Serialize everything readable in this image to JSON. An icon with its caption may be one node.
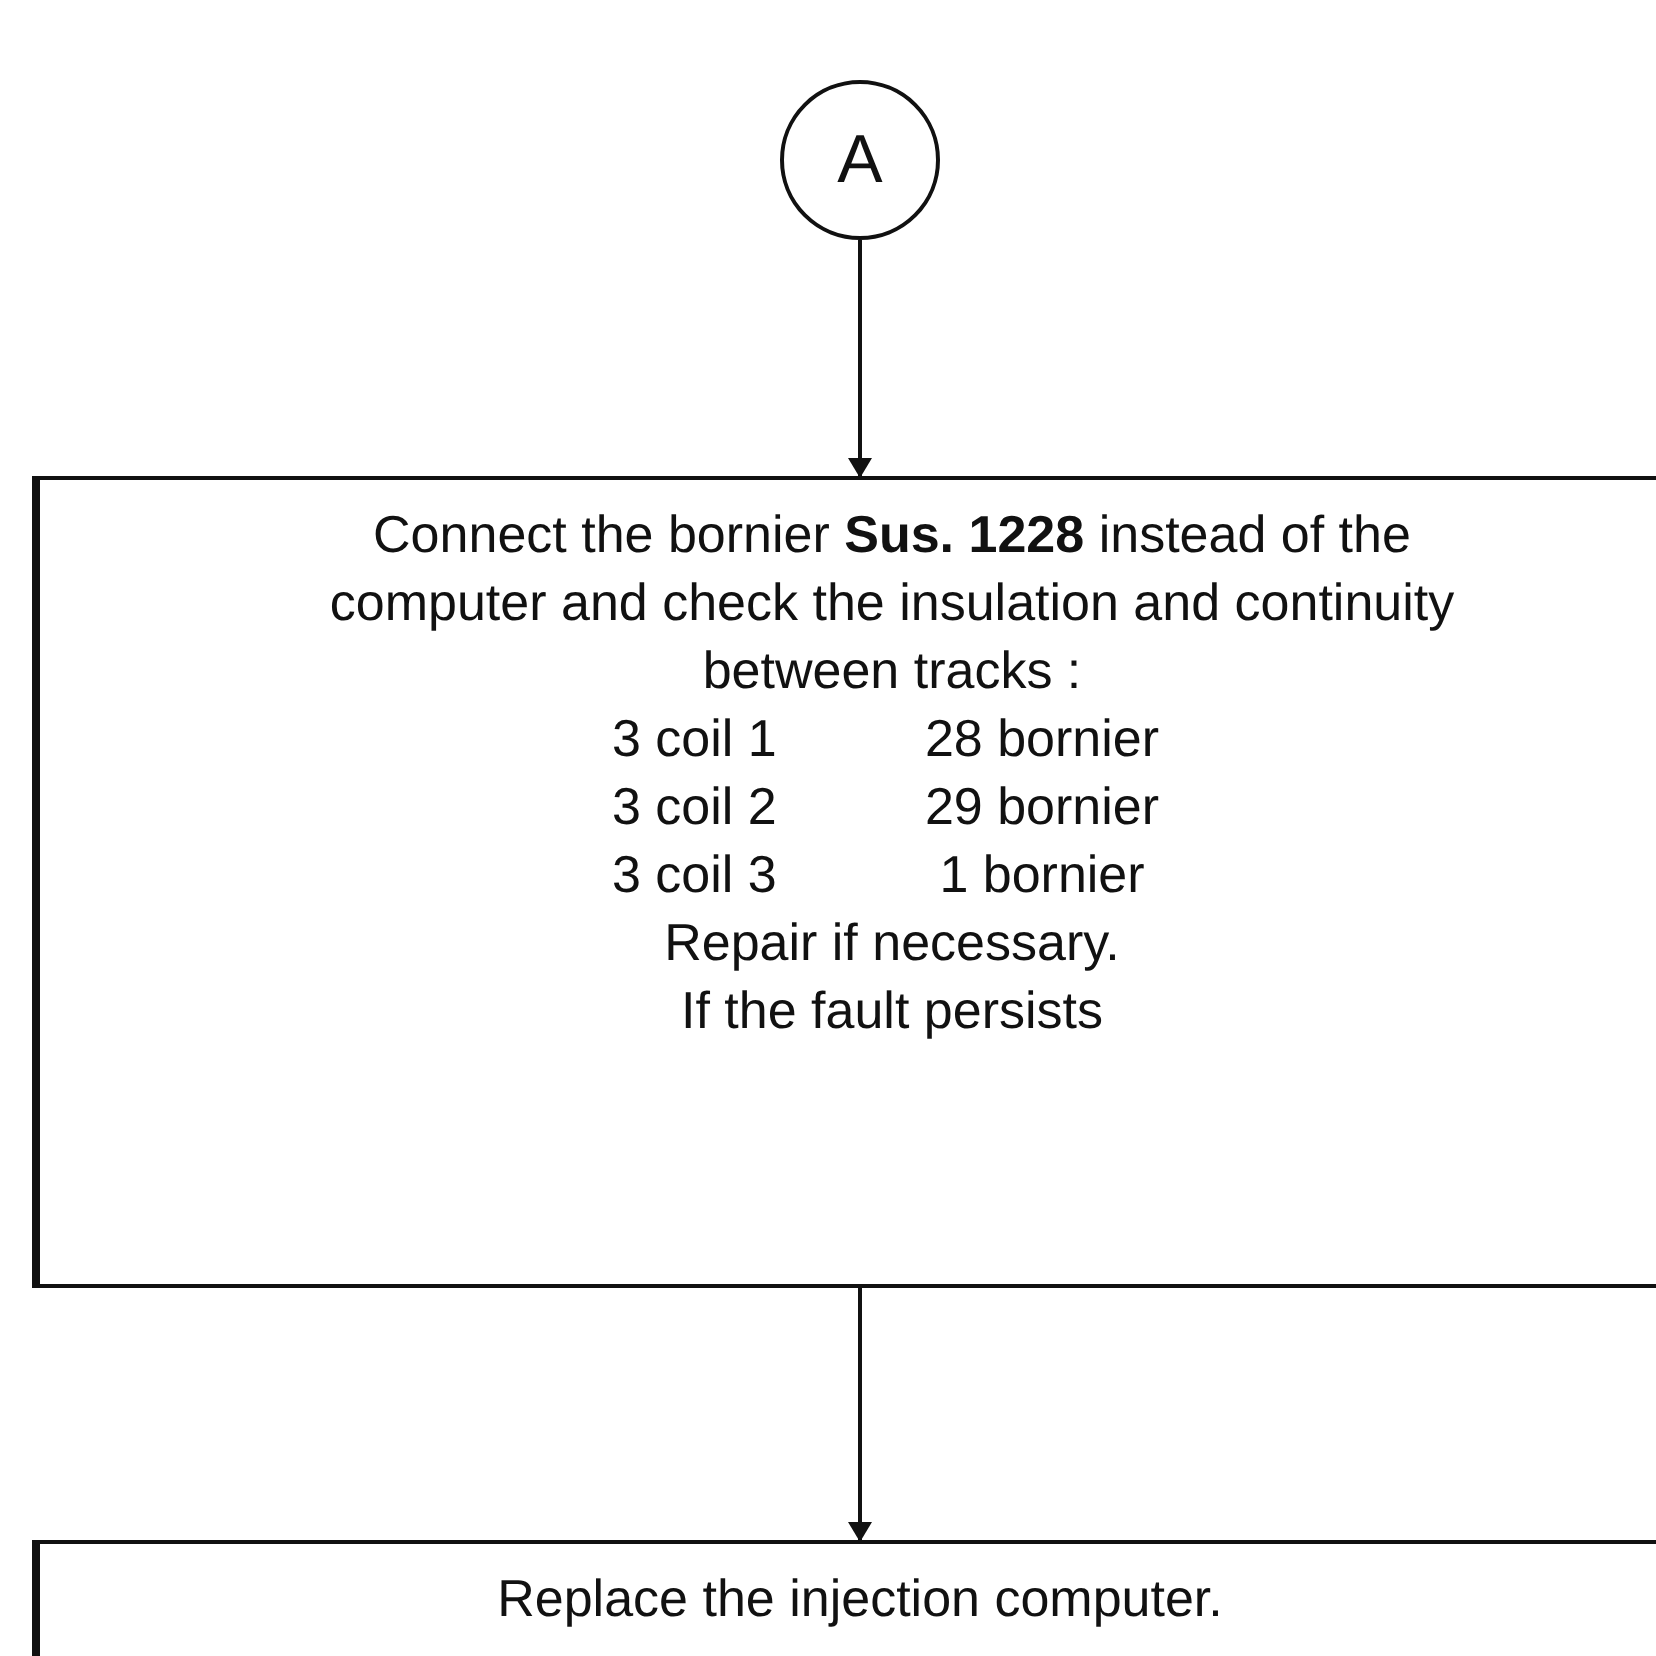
{
  "diagram": {
    "nodes": [
      {
        "text": [
          "A"
        ]
      },
      {
        "text": [
          "Connect the bornier **Sus. 1228** instead of the computer and check the insulation and continuity between tracks :",
          "3 coil 1",
          "28 bornier",
          "3 coil 2",
          "29 bornier",
          "3 coil 3",
          "1 bornier",
          "Repair if necessary.",
          "If the fault persists"
        ]
      },
      {
        "text": [
          "Replace the injection computer."
        ]
      }
    ],
    "edges": [
      {
        "from": 0,
        "to": 1,
        "arrow": "to"
      },
      {
        "from": 1,
        "to": 2,
        "arrow": "to"
      }
    ]
  }
}
